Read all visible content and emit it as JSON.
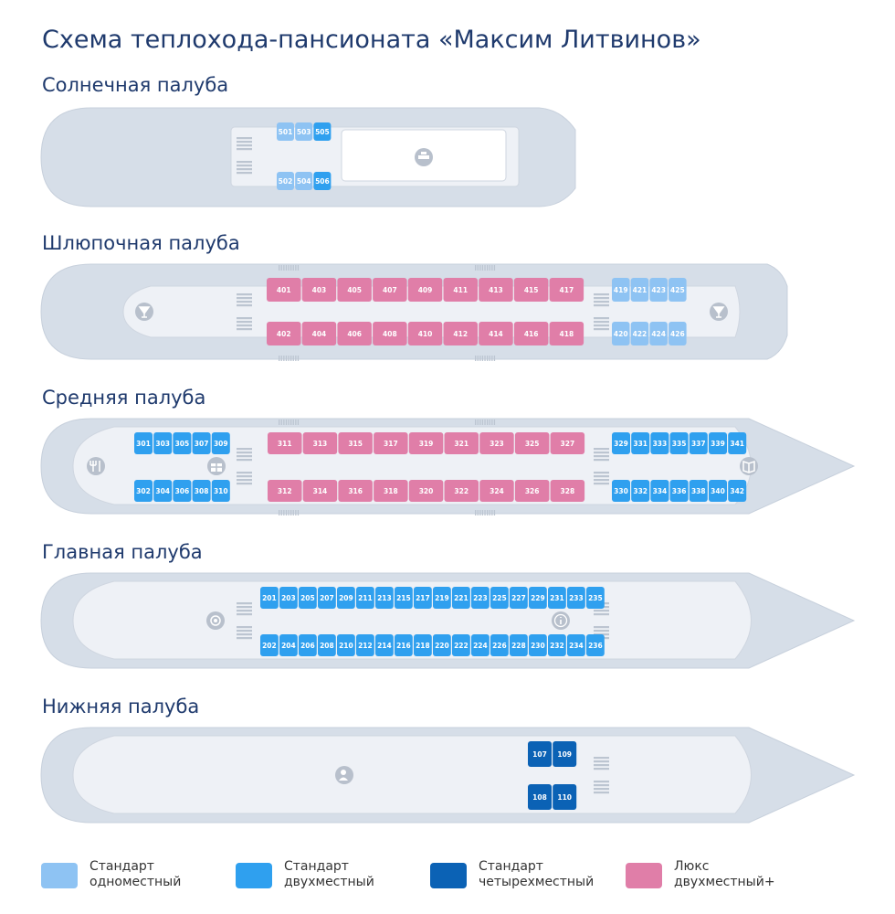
{
  "title": "Схема теплохода-пансионата «Максим Литвинов»",
  "colors": {
    "hull": "#d6dee8",
    "hull_stroke": "#c7d0dc",
    "deck": "#eef1f6",
    "deck_stroke": "#cfd6e0",
    "single": "#8ec3f3",
    "double": "#2fa0ef",
    "quad": "#0b62b5",
    "lux": "#e07ea8",
    "stairs": "#bcc5d1",
    "icon": "#b8c0cc"
  },
  "decks": [
    {
      "id": "sun",
      "title": "Солнечная палуба",
      "cabins": [
        {
          "n": "501",
          "t": "single"
        },
        {
          "n": "503",
          "t": "single"
        },
        {
          "n": "505",
          "t": "double"
        },
        {
          "n": "502",
          "t": "single"
        },
        {
          "n": "504",
          "t": "single"
        },
        {
          "n": "506",
          "t": "double"
        }
      ]
    },
    {
      "id": "boat",
      "title": "Шлюпочная палуба",
      "cabins": [
        {
          "n": "401",
          "t": "lux"
        },
        {
          "n": "403",
          "t": "lux"
        },
        {
          "n": "405",
          "t": "lux"
        },
        {
          "n": "407",
          "t": "lux"
        },
        {
          "n": "409",
          "t": "lux"
        },
        {
          "n": "411",
          "t": "lux"
        },
        {
          "n": "413",
          "t": "lux"
        },
        {
          "n": "415",
          "t": "lux"
        },
        {
          "n": "417",
          "t": "lux"
        },
        {
          "n": "402",
          "t": "lux"
        },
        {
          "n": "404",
          "t": "lux"
        },
        {
          "n": "406",
          "t": "lux"
        },
        {
          "n": "408",
          "t": "lux"
        },
        {
          "n": "410",
          "t": "lux"
        },
        {
          "n": "412",
          "t": "lux"
        },
        {
          "n": "414",
          "t": "lux"
        },
        {
          "n": "416",
          "t": "lux"
        },
        {
          "n": "418",
          "t": "lux"
        },
        {
          "n": "419",
          "t": "single"
        },
        {
          "n": "421",
          "t": "single"
        },
        {
          "n": "423",
          "t": "single"
        },
        {
          "n": "425",
          "t": "single"
        },
        {
          "n": "420",
          "t": "single"
        },
        {
          "n": "422",
          "t": "single"
        },
        {
          "n": "424",
          "t": "single"
        },
        {
          "n": "426",
          "t": "single"
        }
      ]
    },
    {
      "id": "middle",
      "title": "Средняя палуба",
      "cabins": [
        {
          "n": "301",
          "t": "double"
        },
        {
          "n": "303",
          "t": "double"
        },
        {
          "n": "305",
          "t": "double"
        },
        {
          "n": "307",
          "t": "double"
        },
        {
          "n": "309",
          "t": "double"
        },
        {
          "n": "302",
          "t": "double"
        },
        {
          "n": "304",
          "t": "double"
        },
        {
          "n": "306",
          "t": "double"
        },
        {
          "n": "308",
          "t": "double"
        },
        {
          "n": "310",
          "t": "double"
        },
        {
          "n": "311",
          "t": "lux"
        },
        {
          "n": "313",
          "t": "lux"
        },
        {
          "n": "315",
          "t": "lux"
        },
        {
          "n": "317",
          "t": "lux"
        },
        {
          "n": "319",
          "t": "lux"
        },
        {
          "n": "321",
          "t": "lux"
        },
        {
          "n": "323",
          "t": "lux"
        },
        {
          "n": "325",
          "t": "lux"
        },
        {
          "n": "327",
          "t": "lux"
        },
        {
          "n": "312",
          "t": "lux"
        },
        {
          "n": "314",
          "t": "lux"
        },
        {
          "n": "316",
          "t": "lux"
        },
        {
          "n": "318",
          "t": "lux"
        },
        {
          "n": "320",
          "t": "lux"
        },
        {
          "n": "322",
          "t": "lux"
        },
        {
          "n": "324",
          "t": "lux"
        },
        {
          "n": "326",
          "t": "lux"
        },
        {
          "n": "328",
          "t": "lux"
        },
        {
          "n": "329",
          "t": "double"
        },
        {
          "n": "331",
          "t": "double"
        },
        {
          "n": "333",
          "t": "double"
        },
        {
          "n": "335",
          "t": "double"
        },
        {
          "n": "337",
          "t": "double"
        },
        {
          "n": "339",
          "t": "double"
        },
        {
          "n": "341",
          "t": "double"
        },
        {
          "n": "330",
          "t": "double"
        },
        {
          "n": "332",
          "t": "double"
        },
        {
          "n": "334",
          "t": "double"
        },
        {
          "n": "336",
          "t": "double"
        },
        {
          "n": "338",
          "t": "double"
        },
        {
          "n": "340",
          "t": "double"
        },
        {
          "n": "342",
          "t": "double"
        }
      ]
    },
    {
      "id": "main",
      "title": "Главная палуба",
      "cabins": [
        {
          "n": "201",
          "t": "double"
        },
        {
          "n": "203",
          "t": "double"
        },
        {
          "n": "205",
          "t": "double"
        },
        {
          "n": "207",
          "t": "double"
        },
        {
          "n": "209",
          "t": "double"
        },
        {
          "n": "211",
          "t": "double"
        },
        {
          "n": "213",
          "t": "double"
        },
        {
          "n": "215",
          "t": "double"
        },
        {
          "n": "217",
          "t": "double"
        },
        {
          "n": "219",
          "t": "double"
        },
        {
          "n": "221",
          "t": "double"
        },
        {
          "n": "223",
          "t": "double"
        },
        {
          "n": "225",
          "t": "double"
        },
        {
          "n": "227",
          "t": "double"
        },
        {
          "n": "229",
          "t": "double"
        },
        {
          "n": "231",
          "t": "double"
        },
        {
          "n": "233",
          "t": "double"
        },
        {
          "n": "235",
          "t": "double"
        },
        {
          "n": "202",
          "t": "double"
        },
        {
          "n": "204",
          "t": "double"
        },
        {
          "n": "206",
          "t": "double"
        },
        {
          "n": "208",
          "t": "double"
        },
        {
          "n": "210",
          "t": "double"
        },
        {
          "n": "212",
          "t": "double"
        },
        {
          "n": "214",
          "t": "double"
        },
        {
          "n": "216",
          "t": "double"
        },
        {
          "n": "218",
          "t": "double"
        },
        {
          "n": "220",
          "t": "double"
        },
        {
          "n": "222",
          "t": "double"
        },
        {
          "n": "224",
          "t": "double"
        },
        {
          "n": "226",
          "t": "double"
        },
        {
          "n": "228",
          "t": "double"
        },
        {
          "n": "230",
          "t": "double"
        },
        {
          "n": "232",
          "t": "double"
        },
        {
          "n": "234",
          "t": "double"
        },
        {
          "n": "236",
          "t": "double"
        }
      ]
    },
    {
      "id": "lower",
      "title": "Нижняя палуба",
      "cabins": [
        {
          "n": "107",
          "t": "quad"
        },
        {
          "n": "109",
          "t": "quad"
        },
        {
          "n": "108",
          "t": "quad"
        },
        {
          "n": "110",
          "t": "quad"
        }
      ]
    }
  ],
  "legend": [
    {
      "key": "single",
      "label": "Стандарт\nодноместный"
    },
    {
      "key": "double",
      "label": "Стандарт\nдвухместный"
    },
    {
      "key": "quad",
      "label": "Стандарт\nчетырехместный"
    },
    {
      "key": "lux",
      "label": "Люкс\nдвухместный+"
    }
  ]
}
